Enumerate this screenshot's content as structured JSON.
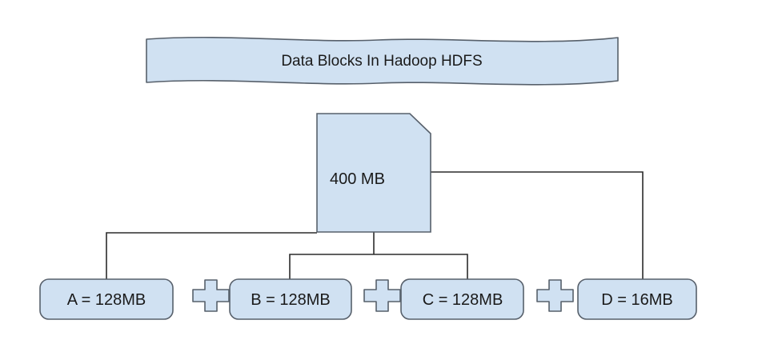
{
  "diagram": {
    "title_banner": {
      "label": "Data Blocks In Hadoop HDFS",
      "shape": "wave-banner"
    },
    "source_node": {
      "label": "400 MB",
      "shape": "document-cut-corner"
    },
    "blocks": [
      {
        "label": "A  = 128MB",
        "shape": "rounded-rect"
      },
      {
        "label": "B = 128MB",
        "shape": "rounded-rect"
      },
      {
        "label": "C = 128MB",
        "shape": "rounded-rect"
      },
      {
        "label": "D = 16MB",
        "shape": "rounded-rect"
      }
    ],
    "operators": [
      {
        "label": "plus",
        "shape": "cross"
      },
      {
        "label": "plus",
        "shape": "cross"
      },
      {
        "label": "plus",
        "shape": "cross"
      }
    ],
    "colors": {
      "shape_fill": "#d0e1f2",
      "shape_stroke": "#57606b",
      "connector_stroke": "#2b2b2b",
      "text": "#1a1a1a",
      "background": "#ffffff"
    }
  }
}
